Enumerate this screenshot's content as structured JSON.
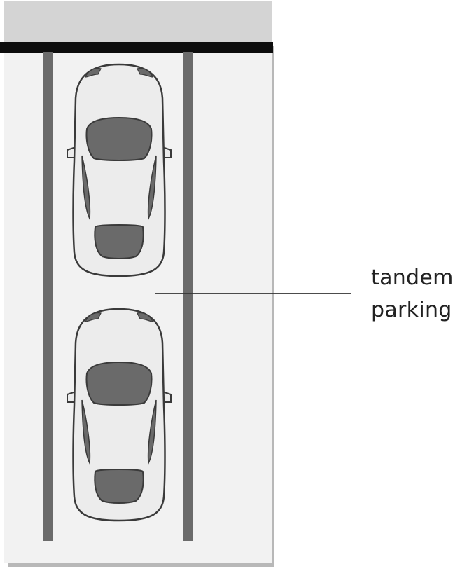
{
  "annotation": {
    "line1": "tandem",
    "line2": "parking"
  },
  "cars": [
    {
      "name": "front-car"
    },
    {
      "name": "rear-car"
    }
  ],
  "colors": {
    "background": "#ffffff",
    "curb_zone": "#d4d4d4",
    "curb_line": "#0d0d0d",
    "lot_surface": "#f2f2f2",
    "lot_shadow": "#b8b8b8",
    "stall_stripe": "#6b6b6b",
    "car_body": "#ececec",
    "car_outline": "#3a3a3a",
    "car_glass": "#6a6a6a",
    "leader_line": "#333333"
  }
}
